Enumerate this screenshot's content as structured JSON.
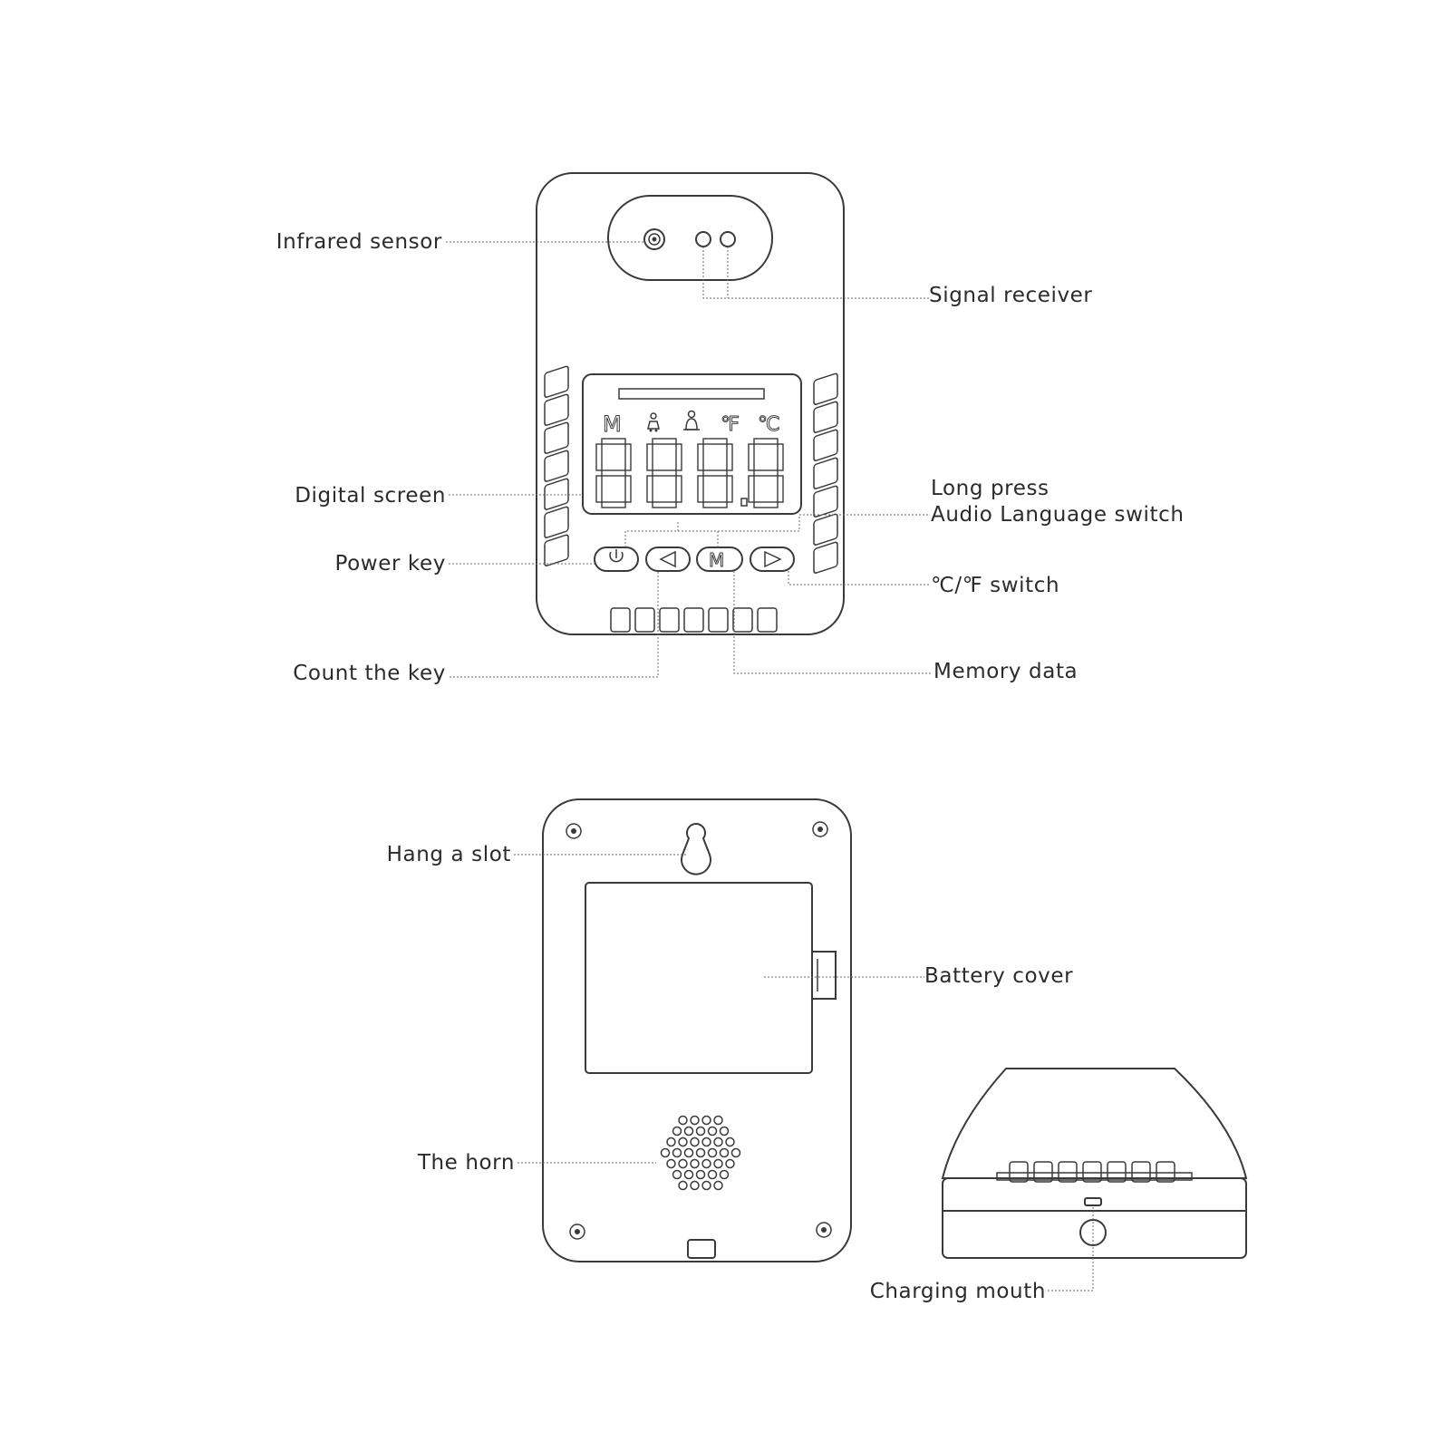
{
  "front_view": {
    "labels": {
      "infrared_sensor": "Infrared sensor",
      "signal_receiver": "Signal receiver",
      "digital_screen": "Digital screen",
      "long_press_line1": "Long press",
      "long_press_line2": "Audio Language switch",
      "power_key": "Power key",
      "unit_switch": "℃/℉ switch",
      "count_key": "Count the key",
      "memory_data": "Memory data"
    },
    "screen_glyphs": {
      "memory": "M",
      "fahrenheit": "℉",
      "celsius": "℃"
    },
    "m_key_glyph": "M"
  },
  "back_view": {
    "labels": {
      "hang_slot": "Hang a slot",
      "battery_cover": "Battery cover",
      "horn": "The horn"
    }
  },
  "bottom_view": {
    "labels": {
      "charging_mouth": "Charging mouth"
    }
  }
}
